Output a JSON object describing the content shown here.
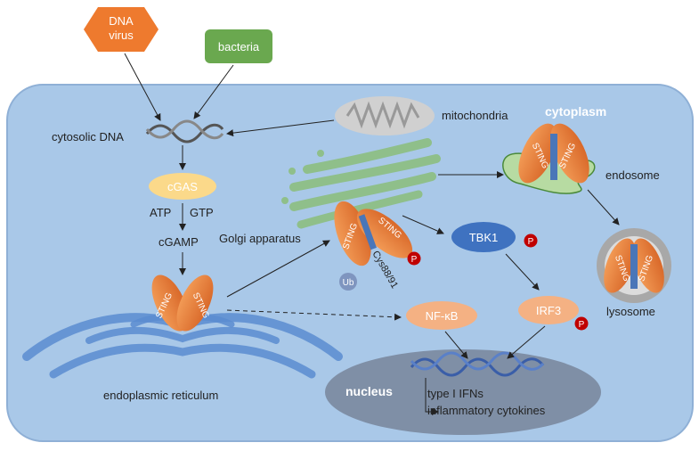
{
  "labels": {
    "dna_virus_line1": "DNA",
    "dna_virus_line2": "virus",
    "bacteria": "bacteria",
    "cytosolic_dna": "cytosolic DNA",
    "cgas": "cGAS",
    "atp": "ATP",
    "gtp": "GTP",
    "cgamp": "cGAMP",
    "er": "endoplasmic reticulum",
    "golgi": "Golgi apparatus",
    "mitochondria": "mitochondria",
    "cytoplasm": "cytoplasm",
    "endosome": "endosome",
    "lysosome": "lysosome",
    "tbk1": "TBK1",
    "irf3": "IRF3",
    "nfkb": "NF-κB",
    "nucleus": "nucleus",
    "type1_ifns": "type I IFNs",
    "inflammatory": "inflammatory cytokines",
    "cys": "Cys88/91",
    "ub": "Ub",
    "phospho": "P",
    "sting": "STING"
  },
  "colors": {
    "cell": "#a9c8e8",
    "cell_border": "#8fb0d6",
    "dna_virus": "#ee7a2e",
    "bacteria": "#6aa84f",
    "sting": "#e8823d",
    "sting_core": "#4a76b8",
    "cgas": "#fbd98a",
    "tbk1": "#3f72c0",
    "irf3": "#f4b183",
    "phospho": "#c00000",
    "nucleus": "#7f8fa6",
    "golgi": "#8fbf8a",
    "endosome": "#b7dba2",
    "mitochondria": "#d0d0d0",
    "er": "#5a8cd0",
    "dna": "#3a5ea8"
  }
}
